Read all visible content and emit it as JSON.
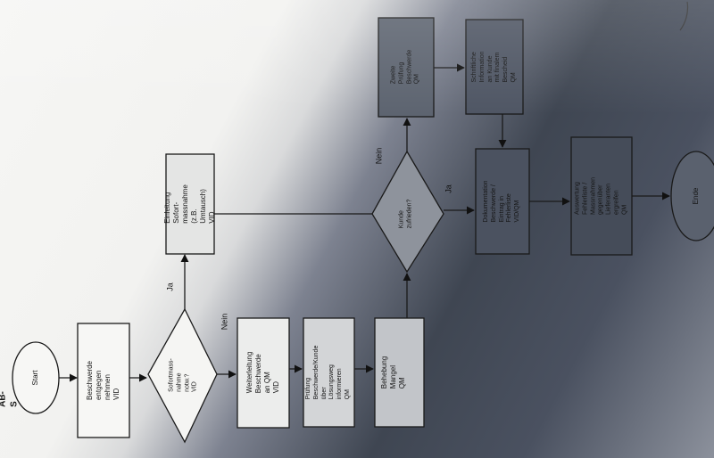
{
  "header": {
    "corner_text": "AB-S"
  },
  "nodes": {
    "start": "Start",
    "receive": "Beschwerde entgegen\nnehmen\nVID",
    "decision_immediate": "Sofortmass-\nnahme notw.?\nVID",
    "initiate": "Einleitung Sofort-\nmassnahme (z.B.\nUmtausch)\nVID",
    "forward": "Weiterleitung\nBeschwerde an QM\nVID",
    "check": "Prüfung\nBeschwerde/Kunde über\nLösungsweg informieren\nQM",
    "fix": "Behebung Mangel\nQM",
    "decision_satisfied": "Kunde\nzufrieden?",
    "second_check": "Zweite Prüfung\nBeschwerde\nQM",
    "written_info": "Schriftliche Information\nan Kunde mit finalem\nBescheid\nQM",
    "documentation": "Dokumentation\nBeschwerde / Eintrag in\nFehlerliste\nVID/QM",
    "evaluation": "Auswertung Fehlerliste /\nMassnahmen gegenüber\nLieferanten ergreifen\nQM",
    "end": "Ende"
  },
  "edge_labels": {
    "immediate_yes": "Ja",
    "immediate_no": "Nein",
    "satisfied_no": "Nein",
    "satisfied_yes": "Ja"
  }
}
